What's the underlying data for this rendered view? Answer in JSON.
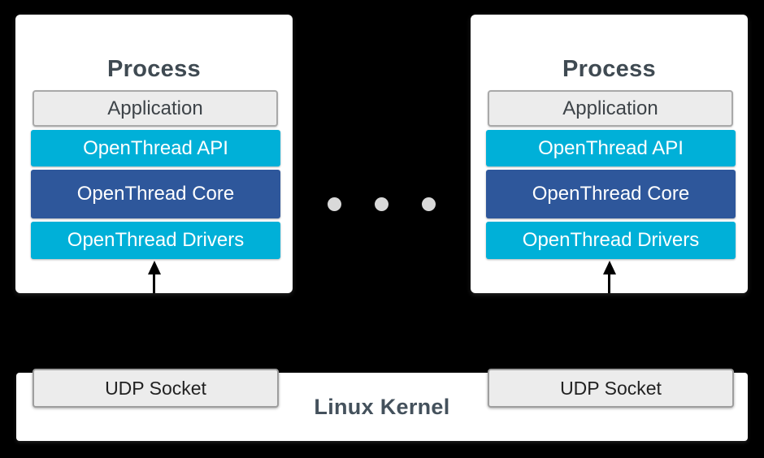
{
  "colors": {
    "background": "#000000",
    "card": "#ffffff",
    "cyan": "#00b0d8",
    "blue": "#2e579b",
    "plain_box": "#ececec",
    "title_text": "#3f4a52",
    "kernel_text": "#44515c",
    "white_text": "#ffffff",
    "dot": "#d9d9d9",
    "arrow": "#000000"
  },
  "icons": {
    "arrow_up_icon": "▲",
    "ellipsis_dot": "●"
  },
  "processes": [
    {
      "title": "Process",
      "layers": [
        {
          "label": "Application",
          "style": "plain"
        },
        {
          "label": "OpenThread API",
          "style": "cyan"
        },
        {
          "label": "OpenThread Core",
          "style": "blue"
        },
        {
          "label": "OpenThread Drivers",
          "style": "cyan"
        }
      ]
    },
    {
      "title": "Process",
      "layers": [
        {
          "label": "Application",
          "style": "plain"
        },
        {
          "label": "OpenThread API",
          "style": "cyan"
        },
        {
          "label": "OpenThread Core",
          "style": "blue"
        },
        {
          "label": "OpenThread Drivers",
          "style": "cyan"
        }
      ]
    }
  ],
  "ellipsis": {
    "dot_count": 3
  },
  "kernel": {
    "label": "Linux Kernel",
    "sockets": [
      {
        "label": "UDP Socket"
      },
      {
        "label": "UDP Socket"
      }
    ]
  }
}
